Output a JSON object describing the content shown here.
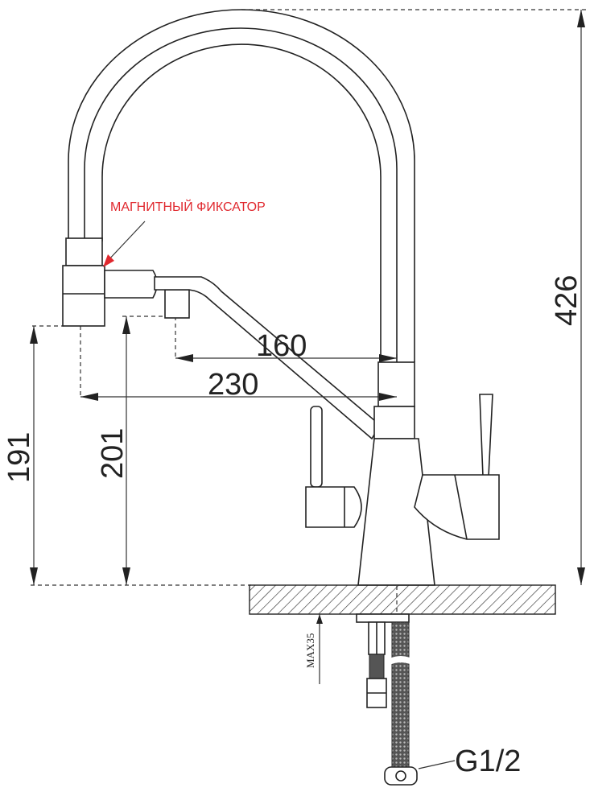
{
  "annotation": {
    "label": "МАГНИТНЫЙ ФИКСАТОР",
    "color": "#e0282e"
  },
  "dimensions": {
    "total_height": "426",
    "spout_height_1": "191",
    "spout_height_2": "201",
    "reach_1": "160",
    "reach_2": "230",
    "max_thickness": "MAX35",
    "connection": "G1/2"
  }
}
